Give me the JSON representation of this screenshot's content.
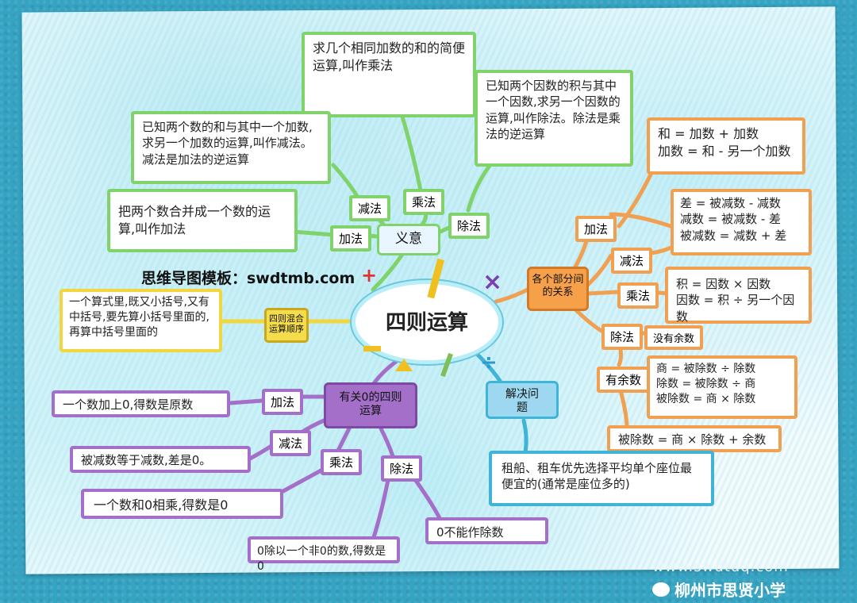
{
  "center": "四则运算",
  "branches": {
    "meaning": {
      "title": "义意",
      "add": {
        "label": "加法",
        "text": "把两个数合并成一个数的运算,叫作加法"
      },
      "sub": {
        "label": "减法",
        "text": "已知两个数的和与其中一个加数,求另一个加数的运算,叫作减法。减法是加法的逆运算"
      },
      "mul": {
        "label": "乘法",
        "text": "求几个相同加数的和的简便运算,叫作乘法"
      },
      "div": {
        "label": "除法",
        "text": "已知两个因数的积与其中一个因数,求另一个因数的运算,叫作除法。除法是乘法的逆运算"
      }
    },
    "relations": {
      "title": "各个部分间的关系",
      "add": {
        "label": "加法",
        "lines": [
          "和 = 加数 + 加数",
          "加数 = 和 - 另一个加数"
        ]
      },
      "sub": {
        "label": "减法",
        "lines": [
          "差 = 被减数 - 减数",
          "减数 = 被减数 - 差",
          "被减数 = 减数 + 差"
        ]
      },
      "mul": {
        "label": "乘法",
        "lines": [
          "积 = 因数 × 因数",
          "因数 = 积 ÷ 另一个因数"
        ]
      },
      "div": {
        "label": "除法",
        "no_remainder": "没有余数",
        "lines": [
          "商 = 被除数 ÷ 除数",
          "除数 = 被除数 ÷ 商",
          "被除数 = 商 × 除数"
        ]
      },
      "rem": {
        "label": "有余数",
        "text": "被除数 = 商 × 除数 + 余数"
      }
    },
    "order": {
      "title": "四则混合运算顺序",
      "text": "一个算式里,既又小括号,又有中括号,要先算小括号里面的,再算中括号里面的"
    },
    "zero": {
      "title": "有关0的四则运算",
      "add": {
        "label": "加法",
        "text": "一个数加上0,得数是原数"
      },
      "sub": {
        "label": "减法",
        "text": "被减数等于减数,差是0。"
      },
      "mul": {
        "label": "乘法",
        "text": "一个数和0相乘,得数是0"
      },
      "div": {
        "label": "除法",
        "text1": "0除以一个非0的数,得数是0",
        "text2": "0不能作除数"
      }
    },
    "solve": {
      "title": "解决问题",
      "text": "租船、租车优先选择平均单个座位最便宜的(通常是座位多的)"
    }
  },
  "watermarks": {
    "template": "思维导图模板：swdtmb.com",
    "site": "www.swdtdq.com",
    "school": "柳州市思贤小学"
  },
  "colors": {
    "green": "#7fd36a",
    "orange": "#f0a050",
    "purple": "#a36fc8",
    "yellow": "#f1d640",
    "blue": "#3fb4d6"
  }
}
